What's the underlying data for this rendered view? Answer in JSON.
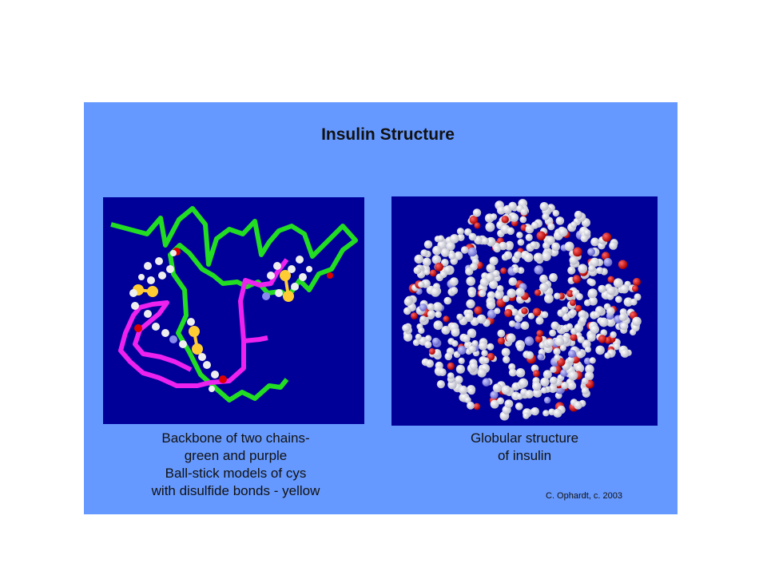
{
  "slide": {
    "title": "Insulin Structure",
    "left_caption": [
      "Backbone of two chains-",
      "green and purple",
      "Ball-stick models of cys",
      "with disulfide bonds - yellow"
    ],
    "right_caption": [
      "Globular structure",
      "of insulin"
    ],
    "credit": "C. Ophardt, c. 2003"
  },
  "colors": {
    "panel_background": "#6699ff",
    "render_background": "#000099",
    "chain_a": "#22dd22",
    "chain_b": "#ee22ee",
    "disulfide": "#ffcc33",
    "carbon_atom": "#eeeeee",
    "oxygen_atom": "#dd0000",
    "nitrogen_atom": "#8888ee"
  }
}
